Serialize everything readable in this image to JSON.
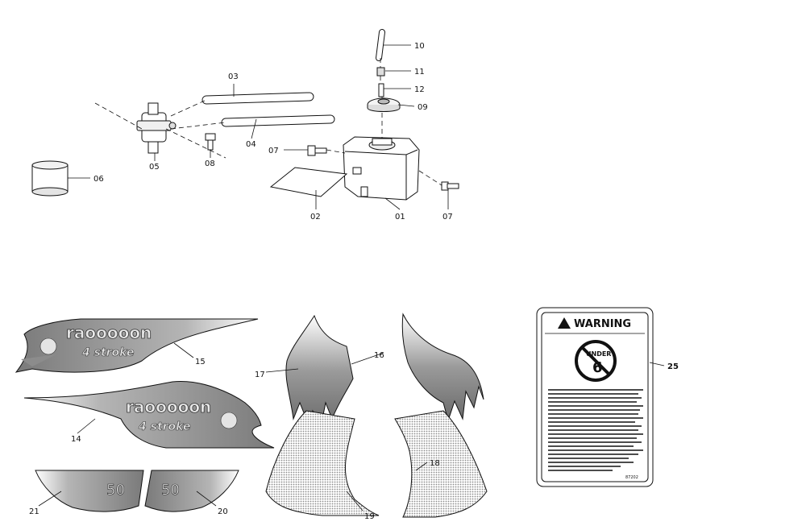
{
  "callouts": {
    "p01": "01",
    "p02": "02",
    "p03": "03",
    "p04": "04",
    "p05": "05",
    "p06": "06",
    "p07a": "07",
    "p07b": "07",
    "p08": "08",
    "p09": "09",
    "p10": "10",
    "p11": "11",
    "p12": "12",
    "p14": "14",
    "p15": "15",
    "p16": "16",
    "p17": "17",
    "p18": "18",
    "p19": "19",
    "p20": "20",
    "p21": "21",
    "p25": "25"
  },
  "decals": {
    "brand_top": "raooooon",
    "engine_top": "4 stroke",
    "brand_bottom": "raooooon",
    "engine_bottom": "4 stroke",
    "number_left": "50",
    "number_right": "50"
  },
  "warning_label": {
    "header": "WARNING",
    "badge_line1": "UNDER",
    "badge_line2": "6",
    "code": "87202"
  },
  "colors": {
    "line": "#111111",
    "decal_gray": "#8c8c8c",
    "decal_light": "#d0d0d0"
  }
}
